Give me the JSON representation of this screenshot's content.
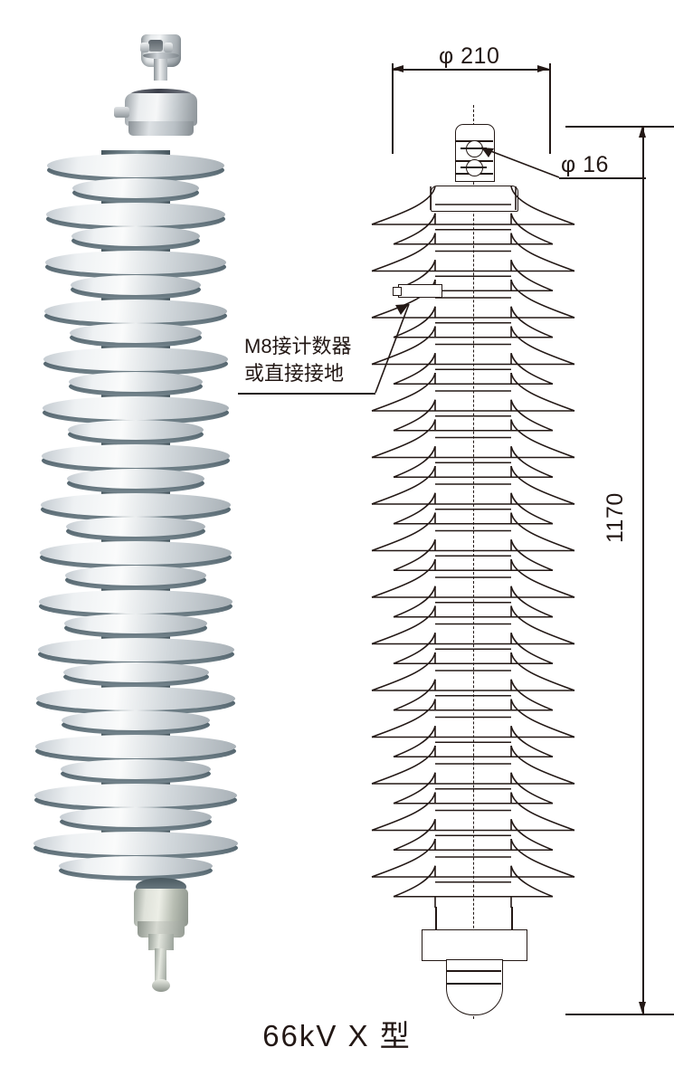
{
  "caption": "66kV X 型",
  "photo": {
    "label": "surge-arrester-photograph",
    "alt": "66kV polymer housed metal oxide surge arrester",
    "shed_count_large": 15,
    "shed_count_small": 15,
    "colors": {
      "shed_top": "#eef1f3",
      "shed_shadow": "#495a63",
      "metal_fitting": "#d5dadd",
      "base_metal": "#cfd4c9"
    }
  },
  "drawing": {
    "label": "dimensioned-outline-drawing",
    "dimensions": {
      "width": {
        "symbol": "φ",
        "value": "210",
        "text": "φ 210"
      },
      "hole": {
        "symbol": "φ",
        "value": "16",
        "text": "φ 16"
      },
      "height": {
        "value": "1170",
        "text": "1170"
      }
    },
    "annotation": {
      "line1": "M8接计数器",
      "line2": "或直接接地"
    },
    "shed_count_large": 15,
    "shed_count_small": 15,
    "line_color": "#231815"
  }
}
